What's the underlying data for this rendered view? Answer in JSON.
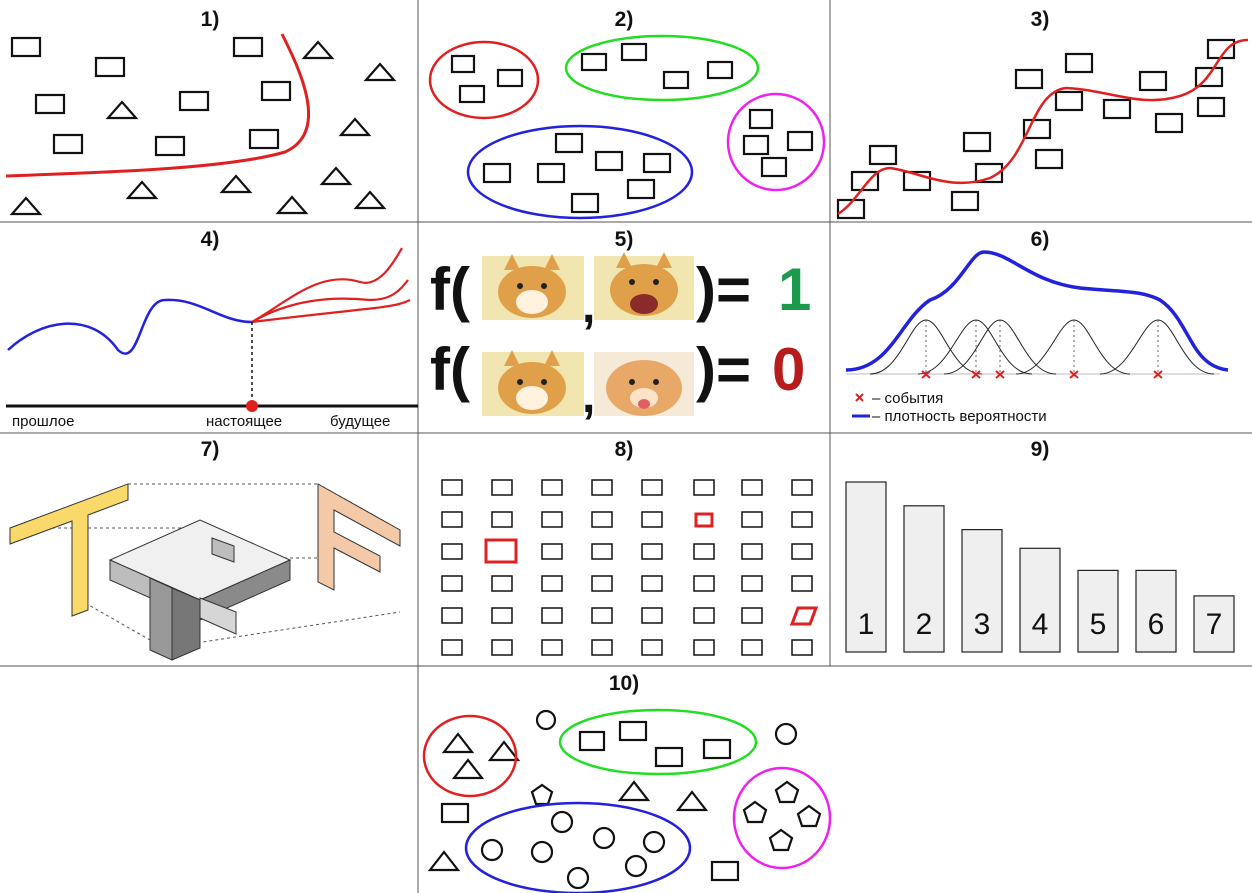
{
  "panels": [
    {
      "label": "1)"
    },
    {
      "label": "2)"
    },
    {
      "label": "3)"
    },
    {
      "label": "4)"
    },
    {
      "label": "5)"
    },
    {
      "label": "6)"
    },
    {
      "label": "7)"
    },
    {
      "label": "8)"
    },
    {
      "label": "9)"
    },
    {
      "label": "10)"
    }
  ],
  "p4": {
    "past": "прошлое",
    "present": "настоящее",
    "future": "будущее"
  },
  "p5": {
    "func": "f(",
    "comma": ",",
    "close": ")=",
    "result_same": "1",
    "result_diff": "0",
    "color_same": "#1a9a4a",
    "color_diff": "#b71c1c",
    "images": [
      "doge-dog",
      "doge-dog-barking",
      "doge-dog",
      "pomeranian-dog"
    ]
  },
  "p6": {
    "legend_events": "– события",
    "legend_density": "– плотность вероятности"
  },
  "p9": {
    "bars": [
      {
        "label": "1",
        "value": 1.0
      },
      {
        "label": "2",
        "value": 0.86
      },
      {
        "label": "3",
        "value": 0.72
      },
      {
        "label": "4",
        "value": 0.61
      },
      {
        "label": "5",
        "value": 0.48
      },
      {
        "label": "6",
        "value": 0.48
      },
      {
        "label": "7",
        "value": 0.33
      }
    ]
  },
  "colors": {
    "red": "#e02020",
    "green": "#22dd22",
    "blue": "#2222dd",
    "magenta": "#ee22ee",
    "yellow": "#f9d96a",
    "peach": "#f3c9a8"
  }
}
